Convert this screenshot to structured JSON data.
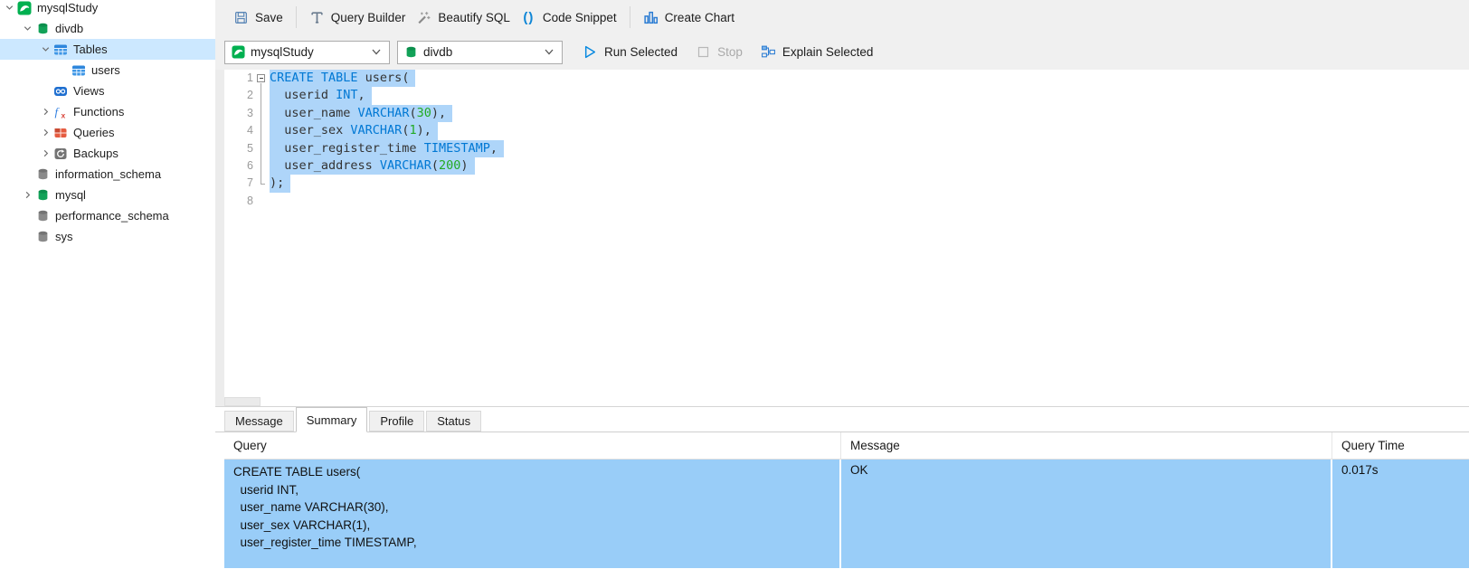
{
  "sidebar": {
    "items": [
      {
        "label": "mysqlStudy",
        "level": 0,
        "icon": "mysql-connection-icon",
        "chevron": "expanded",
        "selected": false
      },
      {
        "label": "divdb",
        "level": 1,
        "icon": "database-green-icon",
        "chevron": "expanded",
        "selected": false
      },
      {
        "label": "Tables",
        "level": 2,
        "icon": "tables-icon",
        "chevron": "expanded",
        "selected": true
      },
      {
        "label": "users",
        "level": 3,
        "icon": "table-icon",
        "chevron": "none",
        "selected": false
      },
      {
        "label": "Views",
        "level": 2,
        "icon": "views-icon",
        "chevron": "none",
        "selected": false
      },
      {
        "label": "Functions",
        "level": 2,
        "icon": "functions-icon",
        "chevron": "collapsed",
        "selected": false
      },
      {
        "label": "Queries",
        "level": 2,
        "icon": "queries-icon",
        "chevron": "collapsed",
        "selected": false
      },
      {
        "label": "Backups",
        "level": 2,
        "icon": "backups-icon",
        "chevron": "collapsed",
        "selected": false
      },
      {
        "label": "information_schema",
        "level": 1,
        "icon": "database-gray-icon",
        "chevron": "none",
        "selected": false
      },
      {
        "label": "mysql",
        "level": 1,
        "icon": "database-green-icon",
        "chevron": "collapsed",
        "selected": false
      },
      {
        "label": "performance_schema",
        "level": 1,
        "icon": "database-gray-icon",
        "chevron": "none",
        "selected": false
      },
      {
        "label": "sys",
        "level": 1,
        "icon": "database-gray-icon",
        "chevron": "none",
        "selected": false
      }
    ]
  },
  "toolbar": {
    "save_label": "Save",
    "query_builder_label": "Query Builder",
    "beautify_sql_label": "Beautify SQL",
    "code_snippet_label": "Code Snippet",
    "create_chart_label": "Create Chart",
    "connection_select_value": "mysqlStudy",
    "database_select_value": "divdb",
    "run_selected_label": "Run Selected",
    "stop_label": "Stop",
    "explain_selected_label": "Explain Selected"
  },
  "editor": {
    "lines": [
      {
        "num": "1",
        "fold": "start",
        "selected": true,
        "tokens": [
          {
            "type": "kw",
            "text": "CREATE TABLE"
          },
          {
            "type": "pl",
            "text": " users("
          }
        ]
      },
      {
        "num": "2",
        "fold": "mid",
        "selected": true,
        "tokens": [
          {
            "type": "pl",
            "text": "  userid "
          },
          {
            "type": "kw",
            "text": "INT"
          },
          {
            "type": "pl",
            "text": ","
          }
        ]
      },
      {
        "num": "3",
        "fold": "mid",
        "selected": true,
        "tokens": [
          {
            "type": "pl",
            "text": "  user_name "
          },
          {
            "type": "kw",
            "text": "VARCHAR"
          },
          {
            "type": "pl",
            "text": "("
          },
          {
            "type": "num",
            "text": "30"
          },
          {
            "type": "pl",
            "text": "),"
          }
        ]
      },
      {
        "num": "4",
        "fold": "mid",
        "selected": true,
        "tokens": [
          {
            "type": "pl",
            "text": "  user_sex "
          },
          {
            "type": "kw",
            "text": "VARCHAR"
          },
          {
            "type": "pl",
            "text": "("
          },
          {
            "type": "num",
            "text": "1"
          },
          {
            "type": "pl",
            "text": "),"
          }
        ]
      },
      {
        "num": "5",
        "fold": "mid",
        "selected": true,
        "tokens": [
          {
            "type": "pl",
            "text": "  user_register_time "
          },
          {
            "type": "kw",
            "text": "TIMESTAMP"
          },
          {
            "type": "pl",
            "text": ","
          }
        ]
      },
      {
        "num": "6",
        "fold": "mid",
        "selected": true,
        "tokens": [
          {
            "type": "pl",
            "text": "  user_address "
          },
          {
            "type": "kw",
            "text": "VARCHAR"
          },
          {
            "type": "pl",
            "text": "("
          },
          {
            "type": "num",
            "text": "200"
          },
          {
            "type": "pl",
            "text": ")"
          }
        ]
      },
      {
        "num": "7",
        "fold": "end",
        "selected": true,
        "tokens": [
          {
            "type": "pl",
            "text": ");"
          }
        ]
      },
      {
        "num": "8",
        "fold": "none",
        "selected": false,
        "tokens": []
      }
    ]
  },
  "results": {
    "tabs": [
      {
        "label": "Message",
        "active": false
      },
      {
        "label": "Summary",
        "active": true
      },
      {
        "label": "Profile",
        "active": false
      },
      {
        "label": "Status",
        "active": false
      }
    ],
    "columns": [
      "Query",
      "Message",
      "Query Time"
    ],
    "rows": [
      {
        "selected": true,
        "query_lines": [
          "CREATE TABLE users(",
          "  userid INT,",
          "  user_name VARCHAR(30),",
          "  user_sex VARCHAR(1),",
          "  user_register_time TIMESTAMP,"
        ],
        "message": "OK",
        "query_time": "0.017s"
      }
    ]
  },
  "colors": {
    "accent_blue": "#0078d4",
    "keyword_blue": "#0078d4",
    "number_green": "#22aa22",
    "editor_selection": "#aed5f9",
    "grid_row_selected": "#99cdf8",
    "tree_selected": "#cce8ff",
    "toolbar_bg": "#f0f0f0",
    "icon_green": "#12a258",
    "icon_gray": "#8a8a8a"
  }
}
